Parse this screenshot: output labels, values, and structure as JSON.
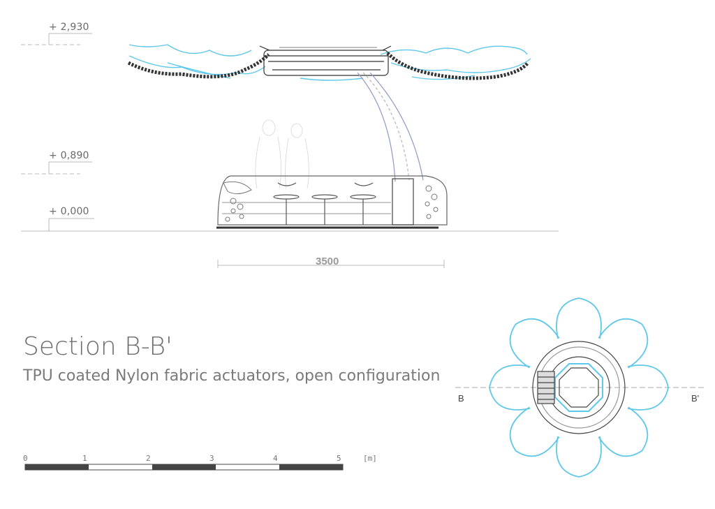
{
  "elevations": [
    "+ 2,930",
    "+ 0,890",
    "+ 0,000"
  ],
  "dimension": "3500",
  "title": "Section B-B'",
  "subtitle": "TPU coated Nylon fabric actuators, open configuration",
  "scale_bar": {
    "ticks": [
      "0",
      "1",
      "2",
      "3",
      "4",
      "5"
    ],
    "unit": "[m]"
  },
  "plan_cut": {
    "left": "B",
    "right": "B'"
  },
  "colors": {
    "actuator": "#5ec8ea",
    "line": "#444444",
    "light": "#bdbdbd"
  }
}
